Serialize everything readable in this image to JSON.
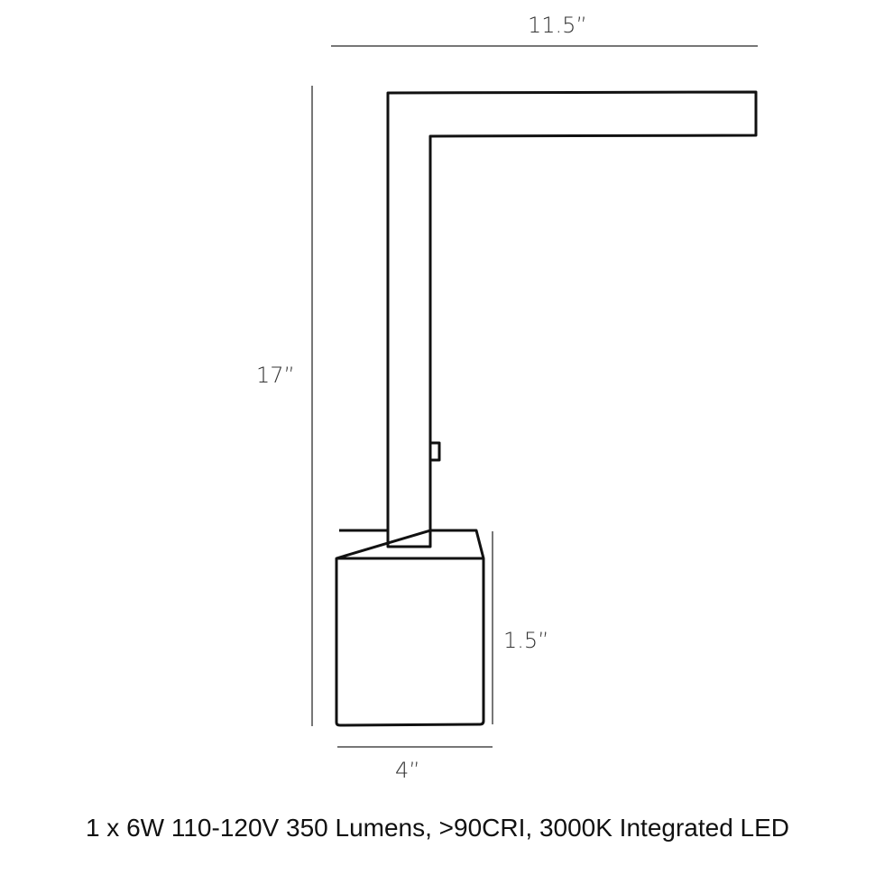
{
  "dimensions": {
    "width": "11.5”",
    "height": "17”",
    "base_height": "1.5”",
    "base_width": "4”"
  },
  "caption": "1 x 6W 110-120V 350 Lumens, >90CRI, 3000K Integrated LED",
  "colors": {
    "outline": "#111111",
    "dimension_line": "#777777"
  }
}
